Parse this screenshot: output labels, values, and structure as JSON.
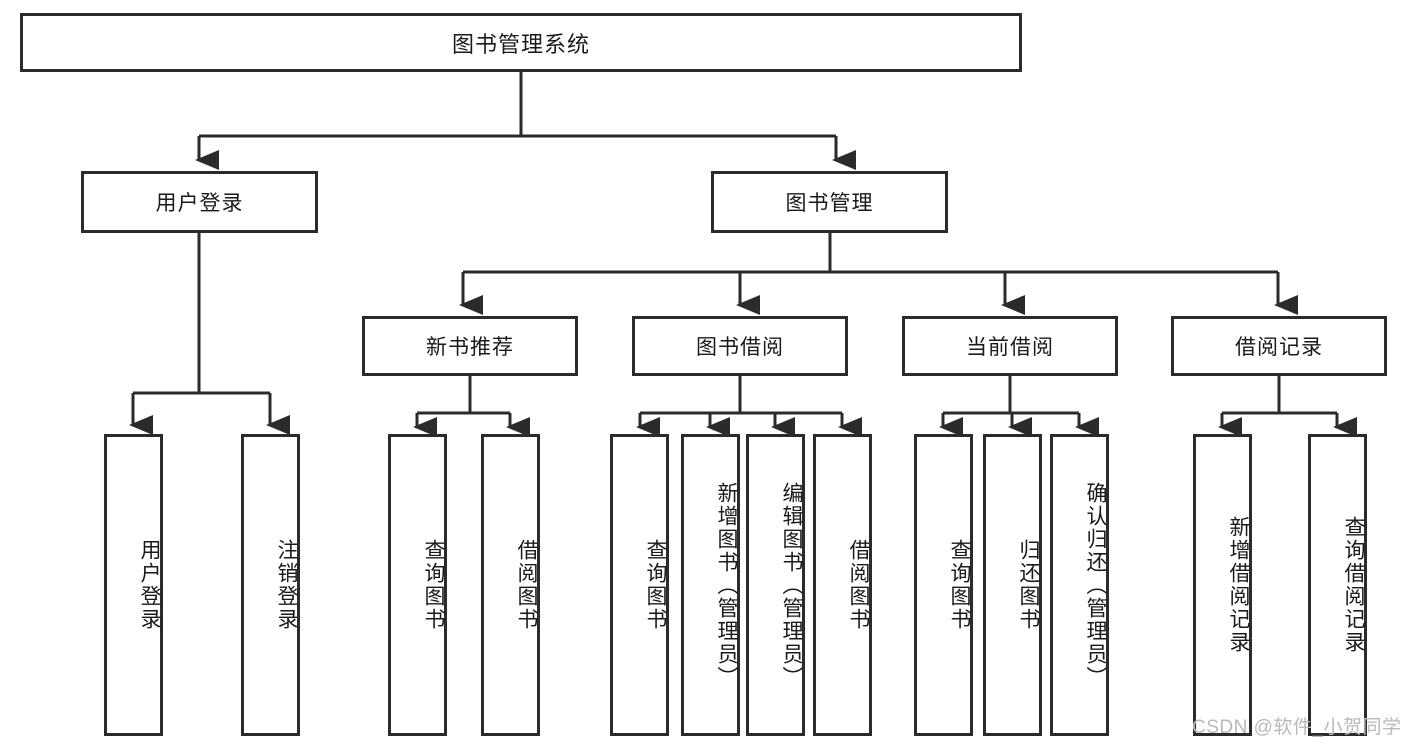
{
  "diagram": {
    "type": "tree-hierarchy-chart",
    "title_node": "图书管理系统",
    "line_color": "#2b2b2b",
    "box_fill": "#ffffff",
    "text_color": "#1a1a1a",
    "level1": [
      {
        "label": "用户登录"
      },
      {
        "label": "图书管理"
      }
    ],
    "level2": [
      {
        "label": "新书推荐"
      },
      {
        "label": "图书借阅"
      },
      {
        "label": "当前借阅"
      },
      {
        "label": "借阅记录"
      }
    ],
    "leaves": {
      "user_login": [
        {
          "label": "用户登录"
        },
        {
          "label": "注销登录"
        }
      ],
      "new_book": [
        {
          "label": "查询图书"
        },
        {
          "label": "借阅图书"
        }
      ],
      "borrow_book": [
        {
          "label": "查询图书"
        },
        {
          "label": "新增图书（管理员）"
        },
        {
          "label": "编辑图书（管理员）"
        },
        {
          "label": "借阅图书"
        }
      ],
      "current_borrow": [
        {
          "label": "查询图书"
        },
        {
          "label": "归还图书"
        },
        {
          "label": "确认归还（管理员）"
        }
      ],
      "borrow_record": [
        {
          "label": "新增借阅记录"
        },
        {
          "label": "查询借阅记录"
        }
      ]
    }
  },
  "watermark": {
    "text": "CSDN @软件_小贺同学"
  }
}
